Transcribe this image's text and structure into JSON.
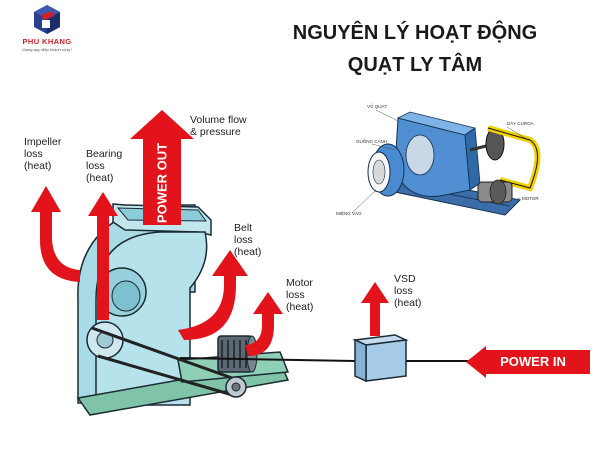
{
  "brand": {
    "name": "PHU KHANG",
    "slogan": "Giang quy điệp khánh rộng !"
  },
  "title": {
    "line1": "NGUYÊN LÝ HOẠT ĐỘNG",
    "line2": "QUẠT LY TÂM"
  },
  "labels": {
    "impeller": [
      "Impeller",
      "loss",
      "(heat)"
    ],
    "bearing": [
      "Bearing",
      "loss",
      "(heat)"
    ],
    "volume": [
      "Volume flow",
      "& pressure"
    ],
    "belt": [
      "Belt",
      "loss",
      "(heat)"
    ],
    "motor": [
      "Motor",
      "loss",
      "(heat)"
    ],
    "vsd": [
      "VSD",
      "loss",
      "(heat)"
    ],
    "power_out": "POWER OUT",
    "power_in": "POWER IN"
  },
  "fan_parts": {
    "vo_quat": "VỎ QUẠT",
    "day_curoa": "DÂY CUROA",
    "guong_canh": "GUỒNG CÁNH",
    "mieng_vao": "MIỆNG VÀO",
    "motor": "MOTOR"
  },
  "colors": {
    "arrow_red": "#e3131b",
    "fan_body": "#a9dbe6",
    "fan_outline": "#1b2a33",
    "base_green": "#7fc3a8",
    "vsd_blue": "#a6cbe6",
    "brand_blue": "#2a3f8f",
    "brand_red": "#d11f26"
  }
}
